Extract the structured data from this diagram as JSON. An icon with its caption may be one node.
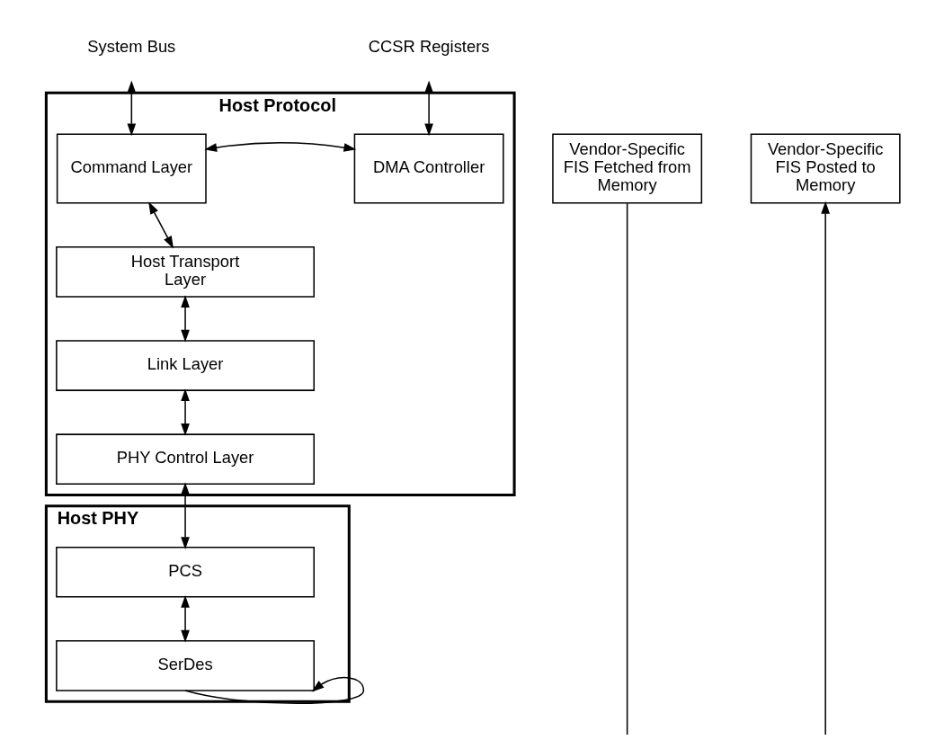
{
  "diagram": {
    "nodes": [
      {
        "text": [
          "System Bus"
        ]
      },
      {
        "text": [
          "CCSR Registers"
        ]
      },
      {
        "text": [
          "Vendor-Specific FIS Fetched from Memory"
        ]
      },
      {
        "text": [
          "Host Protocol"
        ]
      },
      {
        "text": [
          "Command Layer"
        ],
        "in": 3
      },
      {
        "text": [
          "DMA Controller"
        ],
        "in": 3
      },
      {
        "text": [
          "Vendor-Specific FIS Posted to Memory"
        ]
      },
      {
        "text": [
          "Host Transport Layer"
        ],
        "in": 3
      },
      {
        "text": [
          "Link Layer"
        ],
        "in": 3
      },
      {
        "text": [
          "PHY Control Layer"
        ],
        "in": 3
      },
      {
        "text": [
          "Host PHY"
        ]
      },
      {
        "text": [
          "PCS"
        ],
        "in": 10
      },
      {
        "text": [
          "SerDes"
        ],
        "in": 10
      }
    ],
    "edges": [
      {
        "from": 0,
        "to": 4,
        "arrow": "both"
      },
      {
        "from": 1,
        "to": 5,
        "arrow": "both"
      },
      {
        "from": 4,
        "to": 5,
        "arrow": "both"
      },
      {
        "from": 4,
        "to": 7,
        "arrow": "both"
      },
      {
        "from": 7,
        "to": 8,
        "arrow": "both"
      },
      {
        "from": 8,
        "to": 9,
        "arrow": "both"
      },
      {
        "from": 9,
        "to": 11,
        "arrow": "both"
      },
      {
        "from": 11,
        "to": 12,
        "arrow": "both"
      },
      {
        "from": 12,
        "to": 12,
        "arrow": "to"
      },
      {
        "from": 2,
        "to": null,
        "arrow": "none"
      },
      {
        "from": null,
        "to": 6,
        "arrow": "to"
      }
    ]
  }
}
